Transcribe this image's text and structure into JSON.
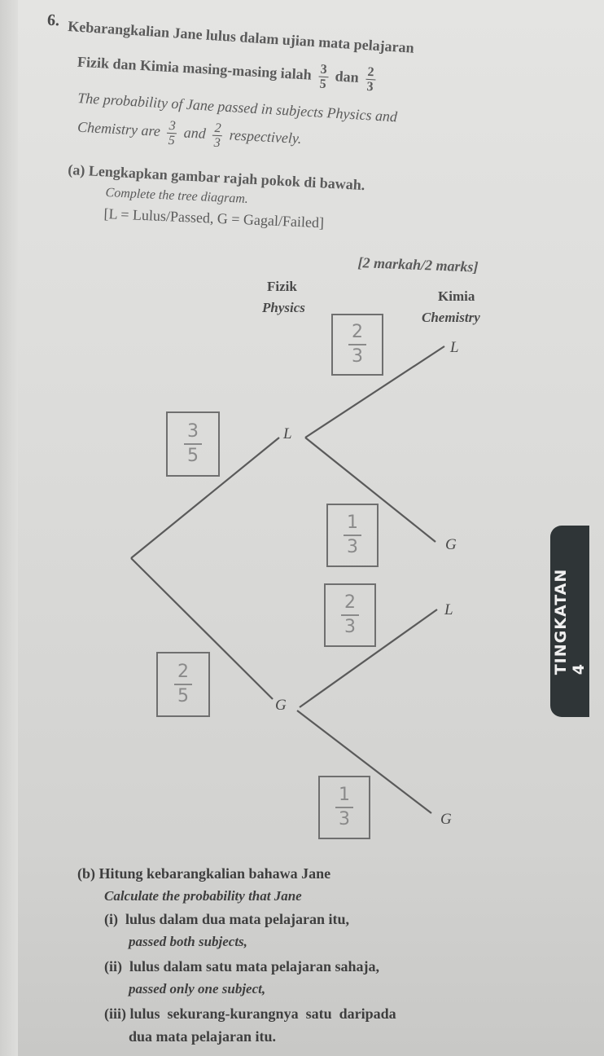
{
  "question": {
    "number": "6.",
    "stem_malay_line1": "Kebarangkalian Jane lulus dalam ujian mata pelajaran",
    "stem_malay_line2_prefix": "Fizik dan Kimia masing-masing ialah",
    "stem_malay_conj": "dan",
    "stem_english_line1": "The probability of Jane passed in subjects Physics and",
    "stem_english_line2_prefix": "Chemistry are",
    "stem_english_conj": "and",
    "stem_english_suffix": "respectively.",
    "p_physics": {
      "num": "3",
      "den": "5"
    },
    "p_chemistry": {
      "num": "2",
      "den": "3"
    }
  },
  "part_a": {
    "label": "(a)",
    "instruction_malay": "Lengkapkan gambar rajah pokok di bawah.",
    "instruction_english": "Complete the tree diagram.",
    "legend": "[L = Lulus/Passed, G = Gagal/Failed]",
    "marks": "[2 markah/2 marks]"
  },
  "tree": {
    "header_physics_malay": "Fizik",
    "header_physics_english": "Physics",
    "header_chemistry_malay": "Kimia",
    "header_chemistry_english": "Chemistry",
    "nodes": {
      "physics_pass": "L",
      "physics_fail": "G",
      "chem_pass_after_pass": "L",
      "chem_fail_after_pass": "G",
      "chem_pass_after_fail": "L",
      "chem_fail_after_fail": "G"
    },
    "answers": {
      "physics_pass": {
        "num": "3",
        "den": "5"
      },
      "physics_fail": {
        "num": "2",
        "den": "5"
      },
      "chem_pass_after_pass": {
        "num": "2",
        "den": "3"
      },
      "chem_fail_after_pass": {
        "num": "1",
        "den": "3"
      },
      "chem_pass_after_fail": {
        "num": "2",
        "den": "3"
      },
      "chem_fail_after_fail": {
        "num": "1",
        "den": "3"
      }
    }
  },
  "part_b": {
    "label": "(b)",
    "instruction_malay": "Hitung kebarangkalian bahawa Jane",
    "instruction_english": "Calculate the probability that Jane",
    "items": [
      {
        "label": "(i)",
        "malay": "lulus dalam dua mata pelajaran itu,",
        "english": "passed both subjects,"
      },
      {
        "label": "(ii)",
        "malay": "lulus dalam satu mata pelajaran sahaja,",
        "english": "passed only one subject,"
      },
      {
        "label": "(iii)",
        "malay": "lulus  sekurang-kurangnya  satu  daripada",
        "english": "dua mata pelajaran itu."
      }
    ]
  },
  "side_tab": {
    "label": "TINGKATAN 4"
  }
}
